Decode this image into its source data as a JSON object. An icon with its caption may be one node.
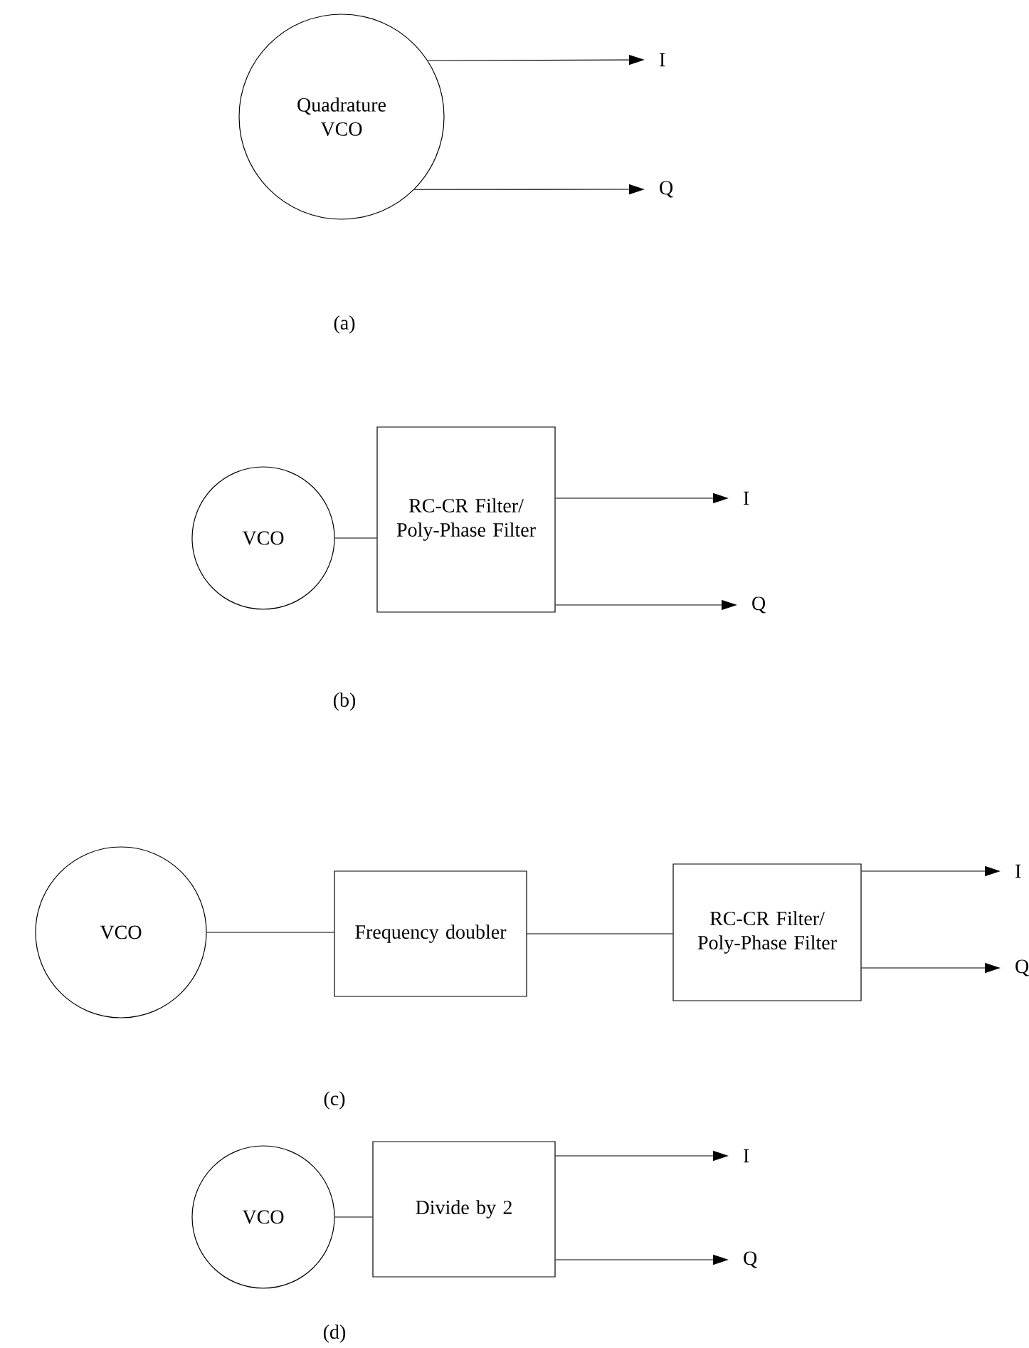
{
  "diagram": {
    "nodes": [
      {
        "text": [
          "Quadrature VCO"
        ]
      },
      {
        "text": [
          "I"
        ]
      },
      {
        "text": [
          "Q"
        ]
      },
      {
        "text": [
          "VCO"
        ]
      },
      {
        "text": [
          "RC-CR Filter/ Poly-Phase Filter"
        ]
      },
      {
        "text": [
          "I"
        ]
      },
      {
        "text": [
          "Q"
        ]
      },
      {
        "text": [
          "VCO"
        ]
      },
      {
        "text": [
          "Frequency doubler"
        ]
      },
      {
        "text": [
          "RC-CR Filter/ Poly-Phase Filter"
        ]
      },
      {
        "text": [
          "I"
        ]
      },
      {
        "text": [
          "Q"
        ]
      },
      {
        "text": [
          "VCO"
        ]
      },
      {
        "text": [
          "Divide by 2"
        ]
      },
      {
        "text": [
          "I"
        ]
      },
      {
        "text": [
          "Q"
        ]
      }
    ],
    "edges": [
      {
        "from": 0,
        "to": 1,
        "arrow": "to"
      },
      {
        "from": 0,
        "to": 2,
        "arrow": "to"
      },
      {
        "from": 3,
        "to": 4,
        "arrow": "none"
      },
      {
        "from": 4,
        "to": 5,
        "arrow": "to"
      },
      {
        "from": 4,
        "to": 6,
        "arrow": "to"
      },
      {
        "from": 7,
        "to": 8,
        "arrow": "none"
      },
      {
        "from": 8,
        "to": 9,
        "arrow": "none"
      },
      {
        "from": 9,
        "to": 10,
        "arrow": "to"
      },
      {
        "from": 9,
        "to": 11,
        "arrow": "to"
      },
      {
        "from": 12,
        "to": 13,
        "arrow": "none"
      },
      {
        "from": 13,
        "to": 14,
        "arrow": "to"
      },
      {
        "from": 13,
        "to": 15,
        "arrow": "to"
      }
    ],
    "labels": [
      "(a)",
      "(b)",
      "(c)",
      "(d)"
    ]
  }
}
